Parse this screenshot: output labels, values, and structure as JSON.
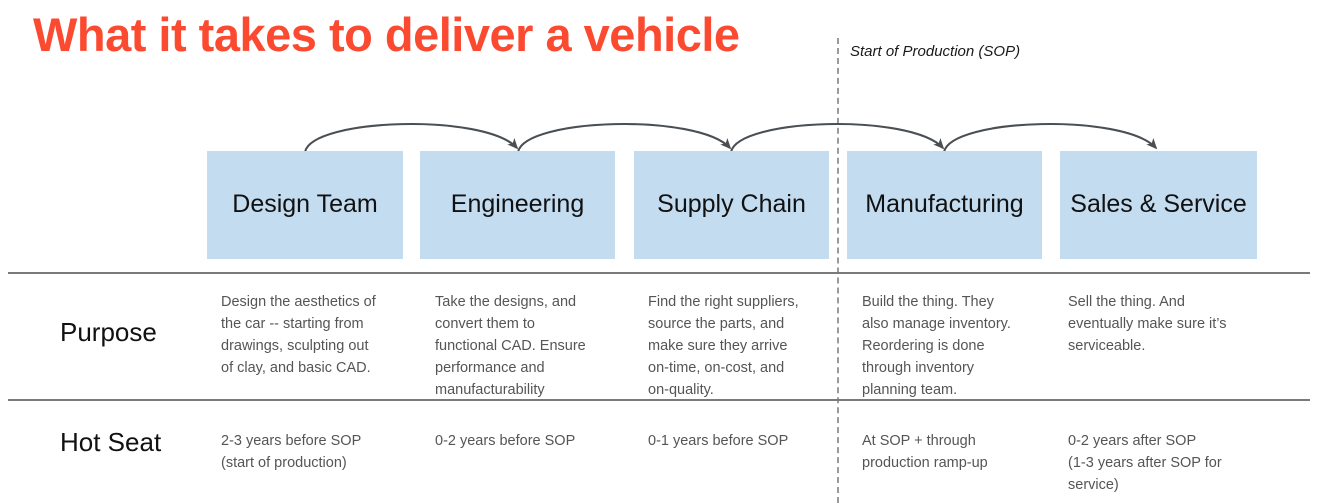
{
  "title": "What it takes to deliver a vehicle",
  "sop_marker": {
    "label": "Start of\nProduction (SOP)"
  },
  "colors": {
    "title": "#FB4A30",
    "box_fill": "#C3DCF0",
    "rule": "#7a7a7a",
    "dashed_line": "#9a9a9a",
    "body_text": "#555555"
  },
  "stages": [
    {
      "name": "Design Team"
    },
    {
      "name": "Engineering"
    },
    {
      "name": "Supply Chain"
    },
    {
      "name": "Manufacturing"
    },
    {
      "name": "Sales &\nService"
    }
  ],
  "rows": [
    {
      "label": "Purpose",
      "cells": [
        "Design the aesthetics of\nthe car -- starting from\ndrawings, sculpting out\nof clay, and basic CAD.",
        "Take the designs, and\nconvert them to\nfunctional CAD. Ensure\nperformance and\nmanufacturability",
        "Find the right suppliers,\nsource the parts, and\nmake sure they arrive\non-time, on-cost, and\non-quality.",
        "Build the thing. They\nalso manage inventory.\nReordering is done\nthrough inventory\nplanning team.",
        "Sell the thing. And\neventually make sure it’s\nserviceable."
      ]
    },
    {
      "label": "Hot Seat",
      "cells": [
        "2-3 years before SOP\n(start of production)",
        "0-2  years before SOP",
        "0-1 years before SOP",
        "At SOP + through\nproduction ramp-up",
        "0-2 years after SOP\n(1-3 years after SOP for\nservice)"
      ]
    }
  ]
}
